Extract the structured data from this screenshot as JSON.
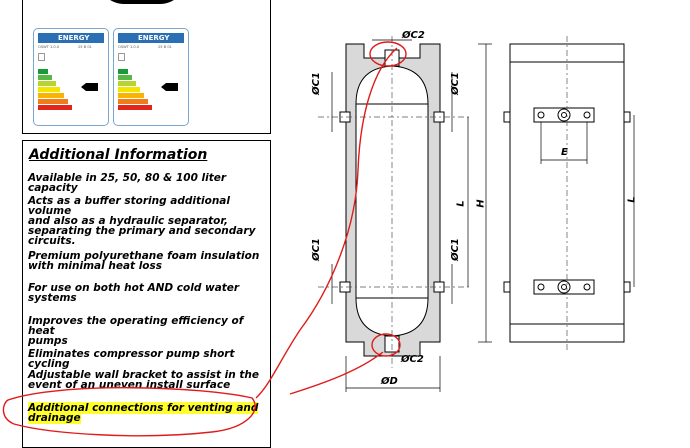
{
  "energy_labels": [
    {
      "brand": "ENERGY",
      "sub_left": "OSWT 1.0.0",
      "sub_right": "25 B 01"
    },
    {
      "brand": "ENERGY",
      "sub_left": "OSWT 1.0.0",
      "sub_right": "25 B 01"
    }
  ],
  "energy_bar_colors": [
    "#1a9a3a",
    "#56b947",
    "#b7d433",
    "#f3e500",
    "#f7b400",
    "#ee7d1a",
    "#e3261c"
  ],
  "info": {
    "title": "Additional Information",
    "items": [
      {
        "lines": [
          "Available in 25, 50, 80 & 100 liter capacity"
        ]
      },
      {
        "lines": [
          "Acts as a buffer storing additional volume",
          "and also as a hydraulic separator,",
          "separating the primary and secondary",
          "circuits."
        ]
      },
      {
        "lines": [
          "Premium polyurethane foam insulation",
          "with minimal heat loss"
        ]
      },
      {
        "lines": [
          "For use on both hot AND cold water",
          "systems"
        ]
      },
      {
        "lines": [
          "Improves the operating efficiency of heat",
          "pumps"
        ]
      },
      {
        "lines": [
          "Eliminates compressor pump short cycling"
        ]
      },
      {
        "lines": [
          "Adjustable wall bracket to assist in the",
          "event of an uneven install surface"
        ]
      },
      {
        "lines": [
          "Additional connections for venting and",
          "drainage"
        ]
      }
    ]
  },
  "drawing_labels": {
    "c2_top": "ØC2",
    "c2_bottom": "ØC2",
    "c1_upper_left": "ØC1",
    "c1_upper_right": "ØC1",
    "c1_lower_left": "ØC1",
    "c1_lower_right": "ØC1",
    "l_mid": "L",
    "h": "H",
    "d": "ØD",
    "e": "E",
    "l_side": "L"
  },
  "annotation_color": "#e11b1b",
  "highlight_color": "#ffff2e"
}
